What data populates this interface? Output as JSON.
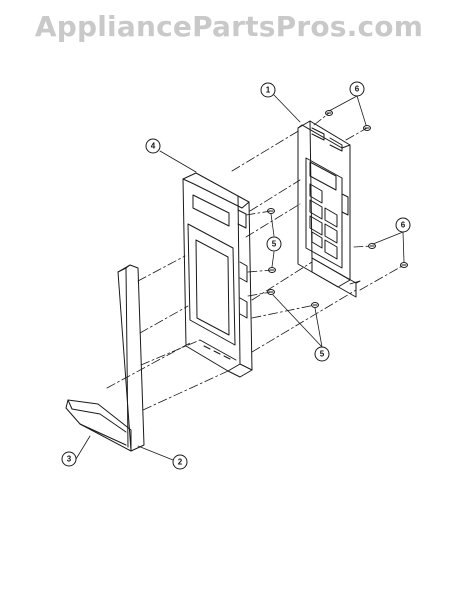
{
  "watermark": {
    "text": "AppliancePartsPros.com"
  },
  "callouts": [
    {
      "id": "callout-1a",
      "label": "1"
    },
    {
      "id": "callout-6a",
      "label": "6"
    },
    {
      "id": "callout-4",
      "label": "4"
    },
    {
      "id": "callout-6b",
      "label": "6"
    },
    {
      "id": "callout-5a",
      "label": "5"
    },
    {
      "id": "callout-5b",
      "label": "5"
    },
    {
      "id": "callout-3",
      "label": "3"
    },
    {
      "id": "callout-2",
      "label": "2"
    }
  ],
  "colors": {
    "line": "#1a1a1a",
    "watermark": "#c9c9c9",
    "background": "#ffffff"
  }
}
